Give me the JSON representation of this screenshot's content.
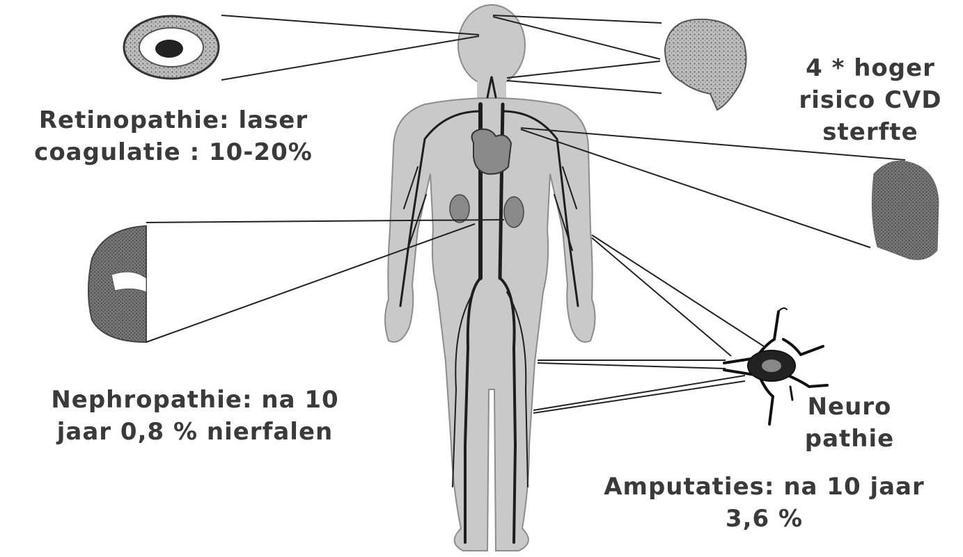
{
  "labels": {
    "retinopathy": [
      "Retinopathie: laser",
      "coagulatie : 10-20%"
    ],
    "cvd": [
      "4 * hoger",
      "risico CVD",
      "sterfte"
    ],
    "nephropathy": [
      "Nephropathie: na 10",
      "jaar 0,8 % nierfalen"
    ],
    "neuropathy": [
      "Neuro",
      "pathie"
    ],
    "amputations": [
      "Amputaties: na 10 jaar",
      "3,6 %"
    ]
  },
  "colors": {
    "text": "#3a3a3a",
    "body": "#c9c9c9",
    "vessels": "#1e1e1e",
    "organ": "#8a8a8a",
    "line": "#222222"
  }
}
